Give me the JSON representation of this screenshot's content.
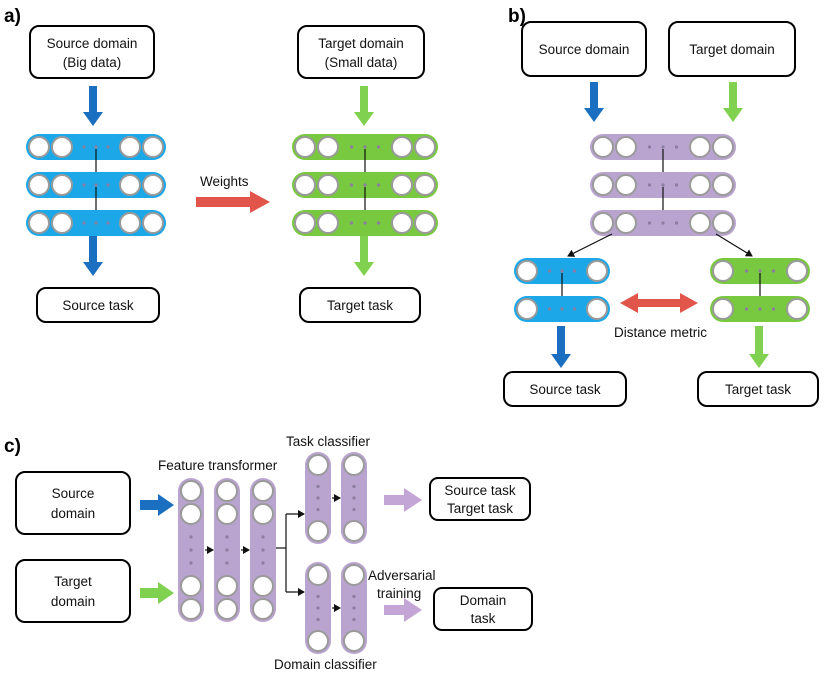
{
  "colors": {
    "blue": "#1ba7e8",
    "green": "#78c93f",
    "purple": "#b9a3cf",
    "blue_arrow": "#1a6fc0",
    "green_arrow": "#7fd14f",
    "red_arrow": "#e2554a",
    "purple_arrow": "#c4a6d6",
    "node_fill": "#ffffff",
    "node_stroke": "#9a9a9a"
  },
  "panel_a": {
    "label": "a)",
    "source_domain": [
      "Source domain",
      "(Big data)"
    ],
    "target_domain": [
      "Target domain",
      "(Small data)"
    ],
    "weights_label": "Weights",
    "source_task": "Source task",
    "target_task": "Target task"
  },
  "panel_b": {
    "label": "b)",
    "source_domain": "Source domain",
    "target_domain": "Target domain",
    "distance_metric": "Distance metric",
    "source_task": "Source task",
    "target_task": "Target task"
  },
  "panel_c": {
    "label": "c)",
    "source_domain": [
      "Source",
      "domain"
    ],
    "target_domain": [
      "Target",
      "domain"
    ],
    "feature_transformer": "Feature transformer",
    "task_classifier": "Task classifier",
    "domain_classifier": "Domain classifier",
    "adversarial_training": [
      "Adversarial",
      "training"
    ],
    "task_output": [
      "Source task",
      "Target task"
    ],
    "domain_output": [
      "Domain",
      "task"
    ]
  }
}
